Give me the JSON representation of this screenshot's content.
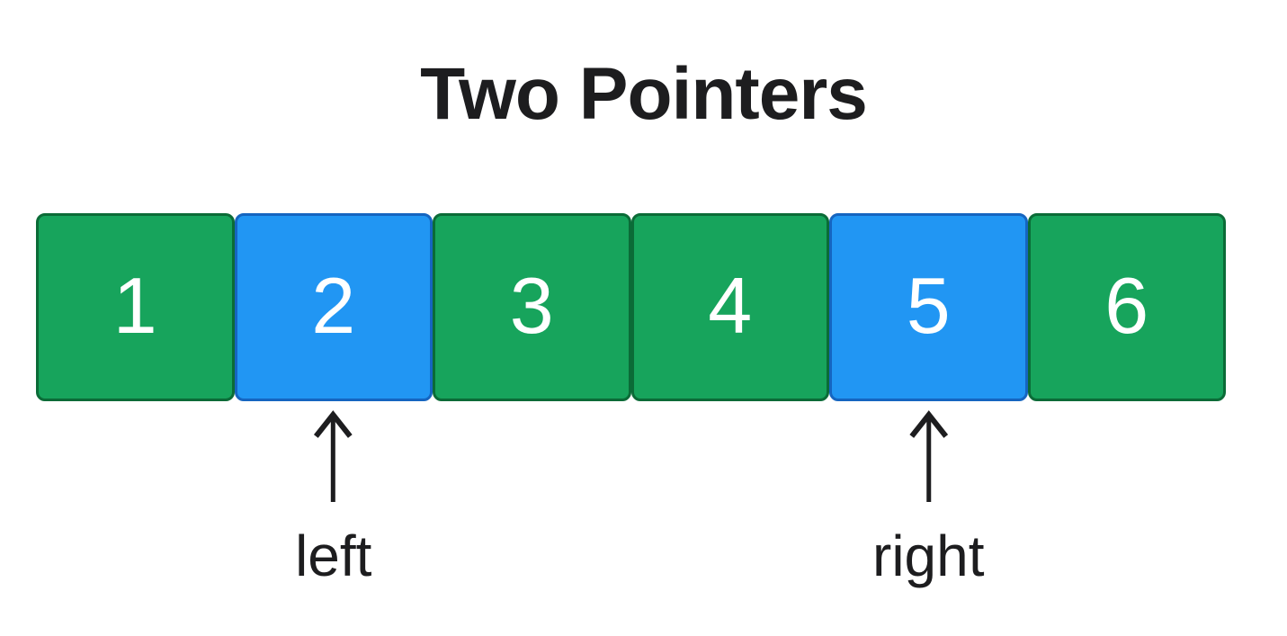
{
  "title": "Two Pointers",
  "array": {
    "cells": [
      {
        "value": "1",
        "state": "normal"
      },
      {
        "value": "2",
        "state": "highlighted"
      },
      {
        "value": "3",
        "state": "normal"
      },
      {
        "value": "4",
        "state": "normal"
      },
      {
        "value": "5",
        "state": "highlighted"
      },
      {
        "value": "6",
        "state": "normal"
      }
    ]
  },
  "pointers": [
    {
      "label": "left",
      "target_index": 1
    },
    {
      "label": "right",
      "target_index": 4
    }
  ],
  "icons": {
    "pointer_arrow": "up-arrow-icon"
  },
  "colors": {
    "cell_green": "#17a45c",
    "cell_green_border": "#0b6b37",
    "cell_blue": "#2196f3",
    "cell_blue_border": "#1565c0",
    "text_on_cell": "#ffffff",
    "text_dark": "#1d1d1f"
  }
}
